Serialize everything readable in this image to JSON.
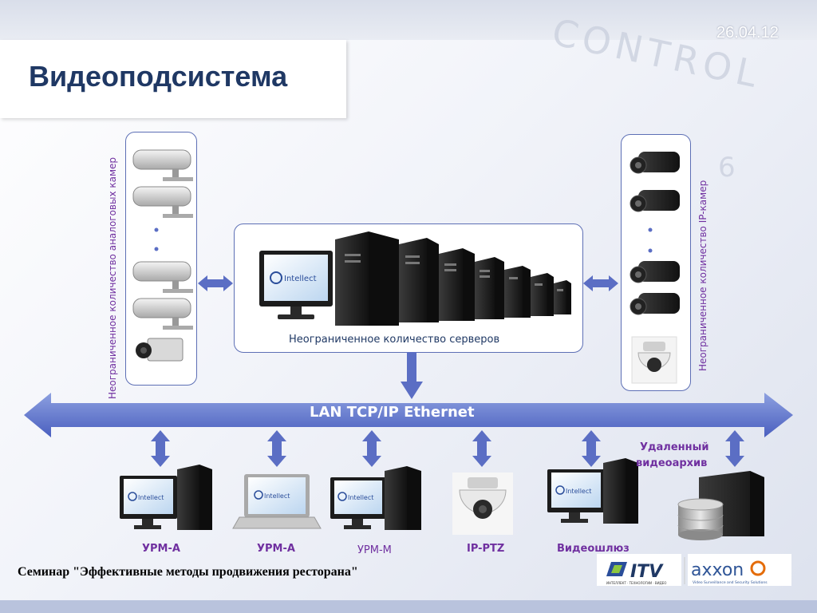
{
  "header": {
    "title": "Видеоподсистема",
    "date": "26.04.12",
    "background_words": [
      "CONTROL",
      "6"
    ]
  },
  "analog_cameras": {
    "label": "Неограниченное количество аналоговых камер"
  },
  "ip_cameras": {
    "label": "Неограниченное количество IP-камер"
  },
  "servers": {
    "label": "Неограниченное количество серверов",
    "screen_brand": "Intellect"
  },
  "network": {
    "label": "LAN TCP/IP Ethernet"
  },
  "workstations": [
    {
      "label": "УРМ-А",
      "brand": "Intellect"
    },
    {
      "label": "УРМ-А",
      "brand": "Intellect"
    },
    {
      "label": "УРМ-М",
      "brand": "Intellect"
    },
    {
      "label": "IP-PTZ"
    },
    {
      "label": "Видеошлюз",
      "brand": "Intellect"
    }
  ],
  "remote_archive": {
    "label_line1": "Удаленный",
    "label_line2": "видеоархив"
  },
  "footer": {
    "seminar": "Семинар \"Эффективные методы продвижения ресторана\"",
    "logo_itv": "ITV",
    "logo_itv_sub": "ИНТЕЛЛЕКТ · ТЕХНОЛОГИИ · ВИДЕО",
    "logo_axxon": "axxon",
    "logo_axxon_sub": "Video Surveillance and Security Solutions"
  },
  "colors": {
    "title": "#1f3864",
    "accent_arrow": "#5b6ec4",
    "label_purple": "#7030a0",
    "panel_border": "#5d6fb5",
    "footer_bar": "#b9c3dd"
  },
  "icons": [
    "analog-camera-icon",
    "ip-camera-icon",
    "ptz-dome-camera-icon",
    "server-tower-icon",
    "monitor-icon",
    "laptop-icon",
    "database-icon",
    "double-arrow-icon"
  ]
}
